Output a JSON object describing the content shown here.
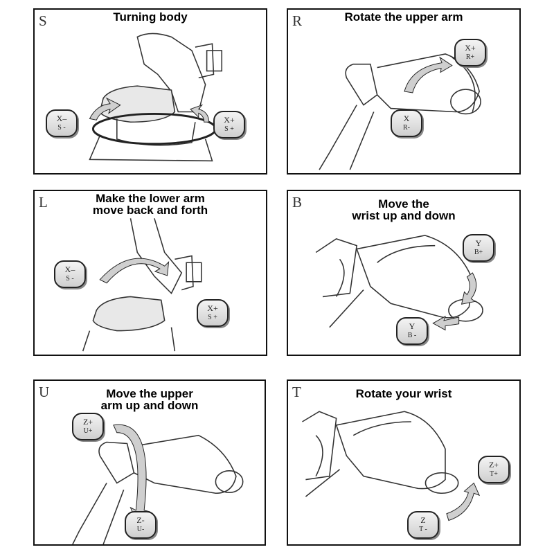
{
  "panels": [
    {
      "letter": "S",
      "title_lines": [
        "Turning body"
      ],
      "keys": [
        {
          "line1": "X–",
          "line2": "S -"
        },
        {
          "line1": "X+",
          "line2": "S +"
        }
      ]
    },
    {
      "letter": "R",
      "title_lines": [
        "Rotate the upper arm"
      ],
      "keys": [
        {
          "line1": "X+",
          "line2": "R+"
        },
        {
          "line1": "X",
          "line2": "R-"
        }
      ]
    },
    {
      "letter": "L",
      "title_lines": [
        "Make the lower arm",
        "move back and forth"
      ],
      "keys": [
        {
          "line1": "X–",
          "line2": "S -"
        },
        {
          "line1": "X+",
          "line2": "S +"
        }
      ]
    },
    {
      "letter": "B",
      "title_lines": [
        "Move the",
        "wrist up and down"
      ],
      "keys": [
        {
          "line1": "Y",
          "line2": "B+"
        },
        {
          "line1": "Y",
          "line2": "B -"
        }
      ]
    },
    {
      "letter": "U",
      "title_lines": [
        "Move the upper",
        "arm up and down"
      ],
      "keys": [
        {
          "line1": "Z+",
          "line2": "U+"
        },
        {
          "line1": "Z-",
          "line2": "U-"
        }
      ]
    },
    {
      "letter": "T",
      "title_lines": [
        "Rotate your wrist"
      ],
      "keys": [
        {
          "line1": "Z+",
          "line2": "T+"
        },
        {
          "line1": "Z",
          "line2": "T -"
        }
      ]
    }
  ],
  "colors": {
    "border": "#111111",
    "key_fill": "#d9d9d9",
    "arrow_fill": "#cfcfcf",
    "line_art": "#333333"
  }
}
